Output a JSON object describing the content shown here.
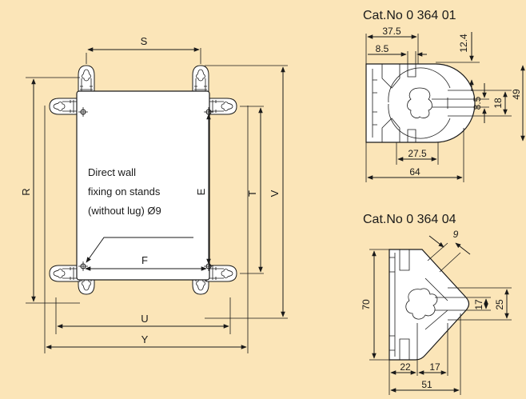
{
  "main_view": {
    "labels": {
      "S": "S",
      "R": "R",
      "E": "E",
      "T": "T",
      "V": "V",
      "F": "F",
      "U": "U",
      "Y": "Y"
    },
    "note_lines": [
      "Direct wall",
      "fixing on stands",
      "(without lug) Ø9"
    ]
  },
  "view_01": {
    "title": "Cat.No 0 364 01",
    "dims": {
      "d37_5": "37.5",
      "d8_5_top": "8.5",
      "d12_4": "12.4",
      "d8_5_side": "8.5",
      "d18": "18",
      "d49": "49",
      "d27_5": "27.5",
      "d64": "64"
    }
  },
  "view_04": {
    "title": "Cat.No 0 364 04",
    "dims": {
      "d9": "9",
      "d70": "70",
      "d17_side": "17",
      "d25": "25",
      "d22": "22",
      "d17_bottom": "17",
      "d51": "51"
    }
  },
  "colors": {
    "background": "#fbe5b8",
    "line": "#1a1a1a",
    "part": "#ffffff"
  }
}
